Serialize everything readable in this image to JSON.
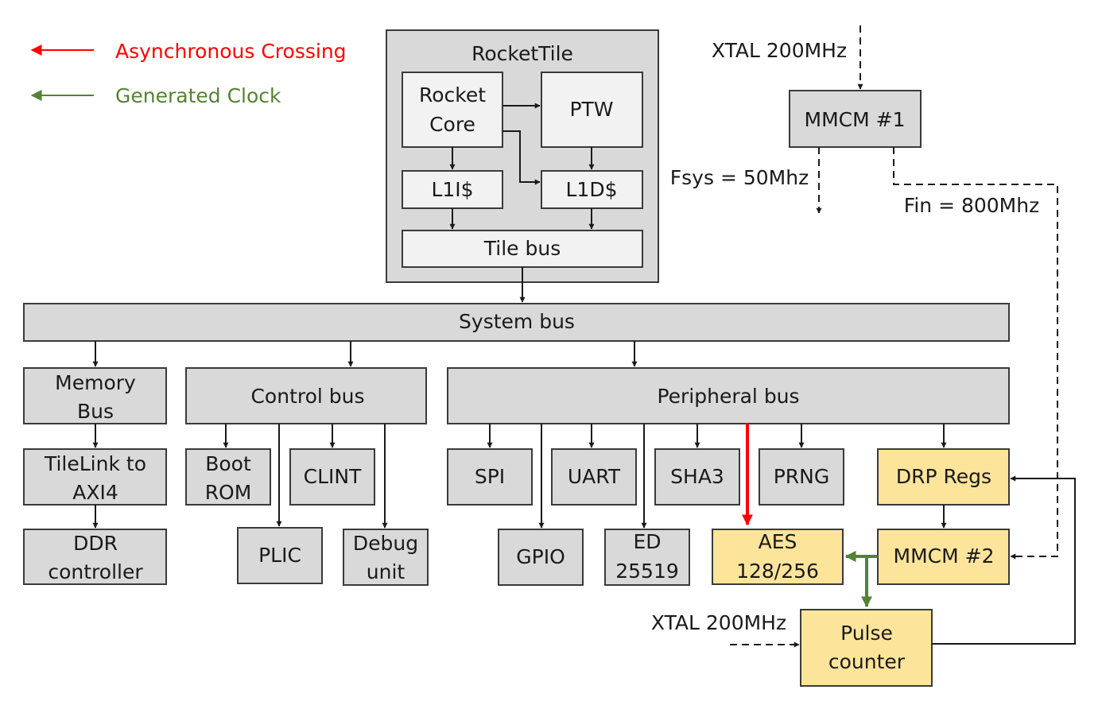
{
  "legend": {
    "async_label": "Asynchronous Crossing",
    "gen_label": "Generated Clock",
    "async_color": "#ff0000",
    "gen_color": "#548235"
  },
  "tile": {
    "title": "RocketTile",
    "rocket_core": [
      "Rocket",
      "Core"
    ],
    "ptw": "PTW",
    "l1i": "L1I$",
    "l1d": "L1D$",
    "tile_bus": "Tile bus"
  },
  "clocking": {
    "xtal_top": "XTAL 200MHz",
    "mmcm1": "MMCM #1",
    "fsys": "Fsys = 50Mhz",
    "fin": "Fin = 800Mhz",
    "xtal_bottom": "XTAL 200MHz"
  },
  "buses": {
    "system": "System bus",
    "memory": [
      "Memory",
      "Bus"
    ],
    "control": "Control bus",
    "peripheral": "Peripheral bus"
  },
  "memory_path": {
    "tilelink": [
      "TileLink to",
      "AXI4"
    ],
    "ddr": [
      "DDR",
      "controller"
    ]
  },
  "control_devices": {
    "boot_rom": [
      "Boot",
      "ROM"
    ],
    "clint": "CLINT",
    "plic": "PLIC",
    "debug": [
      "Debug",
      "unit"
    ]
  },
  "peripherals": {
    "spi": "SPI",
    "uart": "UART",
    "sha3": "SHA3",
    "prng": "PRNG",
    "gpio": "GPIO",
    "ed25519": [
      "ED",
      "25519"
    ],
    "aes": [
      "AES",
      "128/256"
    ]
  },
  "clock_gen": {
    "drp": "DRP Regs",
    "mmcm2": "MMCM #2",
    "pulse": [
      "Pulse",
      "counter"
    ]
  },
  "colors": {
    "grey": "#d9d9d9",
    "light": "#f2f2f2",
    "yellow": "#fde49b"
  }
}
